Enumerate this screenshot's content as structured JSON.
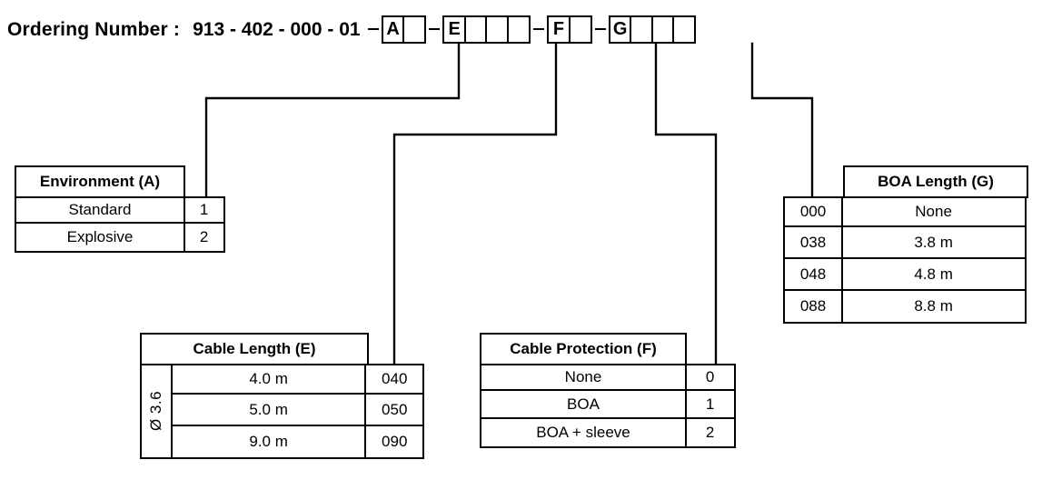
{
  "ordering": {
    "label": "Ordering Number :",
    "base_code": "913 - 402 - 000 - 01",
    "groups": [
      {
        "key": "A",
        "letter": "A",
        "boxes": 2
      },
      {
        "key": "E",
        "letter": "E",
        "boxes": 4
      },
      {
        "key": "F",
        "letter": "F",
        "boxes": 2
      },
      {
        "key": "G",
        "letter": "G",
        "boxes": 4
      }
    ]
  },
  "tables": {
    "environment": {
      "title": "Environment (A)",
      "code_side": "right",
      "rows": [
        {
          "description": "Standard",
          "code": "1"
        },
        {
          "description": "Explosive",
          "code": "2"
        }
      ]
    },
    "cable_length": {
      "title": "Cable Length (E)",
      "code_side": "right",
      "span_label": "Ø 3.6",
      "rows": [
        {
          "description": "4.0 m",
          "code": "040"
        },
        {
          "description": "5.0 m",
          "code": "050"
        },
        {
          "description": "9.0 m",
          "code": "090"
        }
      ]
    },
    "cable_protection": {
      "title": "Cable Protection (F)",
      "code_side": "right",
      "rows": [
        {
          "description": "None",
          "code": "0"
        },
        {
          "description": "BOA",
          "code": "1"
        },
        {
          "description": "BOA + sleeve",
          "code": "2"
        }
      ]
    },
    "boa_length": {
      "title": "BOA Length (G)",
      "code_side": "left",
      "rows": [
        {
          "code": "000",
          "description": "None"
        },
        {
          "code": "038",
          "description": "3.8 m"
        },
        {
          "code": "048",
          "description": "4.8 m"
        },
        {
          "code": "088",
          "description": "8.8 m"
        }
      ]
    }
  },
  "colors": {
    "line": "#000000",
    "background": "#ffffff",
    "text": "#000000"
  }
}
